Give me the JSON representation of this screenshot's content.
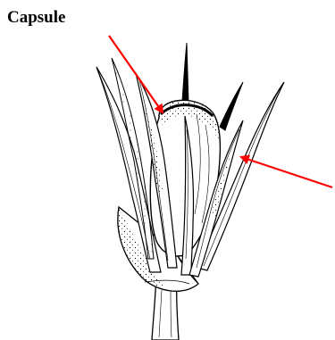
{
  "labels": {
    "capsule": "Capsule"
  },
  "colors": {
    "arrow": "#ff0000",
    "ink": "#000000",
    "background": "#ffffff"
  },
  "parts": [
    "capsule",
    "sepal",
    "bract",
    "stem"
  ]
}
